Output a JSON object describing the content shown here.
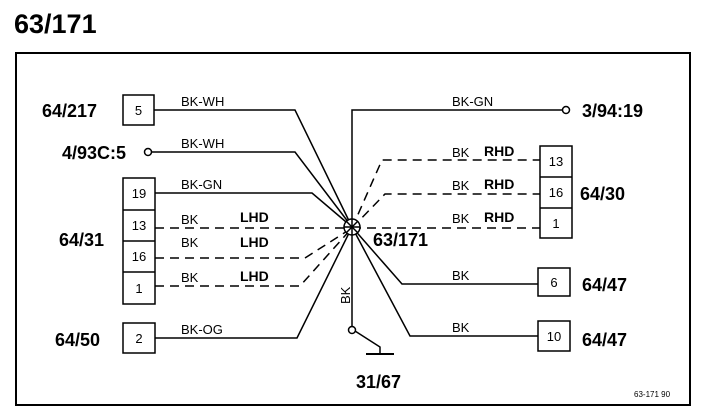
{
  "page_title": "63/171",
  "splice_label": "63/171",
  "ground_label": "31/67",
  "ground_wire_color": "BK",
  "figure_ref": "63-171 90",
  "connectors": {
    "c64_217": {
      "label": "64/217",
      "pins": [
        "5"
      ]
    },
    "c64_31": {
      "label": "64/31",
      "pins": [
        "19",
        "13",
        "16",
        "1"
      ]
    },
    "c64_50": {
      "label": "64/50",
      "pins": [
        "2"
      ]
    },
    "c64_30": {
      "label": "64/30",
      "pins": [
        "13",
        "16",
        "1"
      ]
    },
    "c64_47a": {
      "label": "64/47",
      "pins": [
        "6"
      ]
    },
    "c64_47b": {
      "label": "64/47",
      "pins": [
        "10"
      ]
    }
  },
  "terminals": {
    "t4_93c": "4/93C:5",
    "t3_94": "3/94:19"
  },
  "wires": {
    "w_64_217": {
      "color": "BK-WH"
    },
    "w_4_93c": {
      "color": "BK-WH"
    },
    "w_64_31_19": {
      "color": "BK-GN"
    },
    "w_64_31_13": {
      "color": "BK",
      "variant": "LHD"
    },
    "w_64_31_16": {
      "color": "BK",
      "variant": "LHD"
    },
    "w_64_31_1": {
      "color": "BK",
      "variant": "LHD"
    },
    "w_64_50": {
      "color": "BK-OG"
    },
    "w_3_94": {
      "color": "BK-GN"
    },
    "w_64_30_13": {
      "color": "BK",
      "variant": "RHD"
    },
    "w_64_30_16": {
      "color": "BK",
      "variant": "RHD"
    },
    "w_64_30_1": {
      "color": "BK",
      "variant": "RHD"
    },
    "w_64_47_6": {
      "color": "BK"
    },
    "w_64_47_10": {
      "color": "BK"
    }
  }
}
